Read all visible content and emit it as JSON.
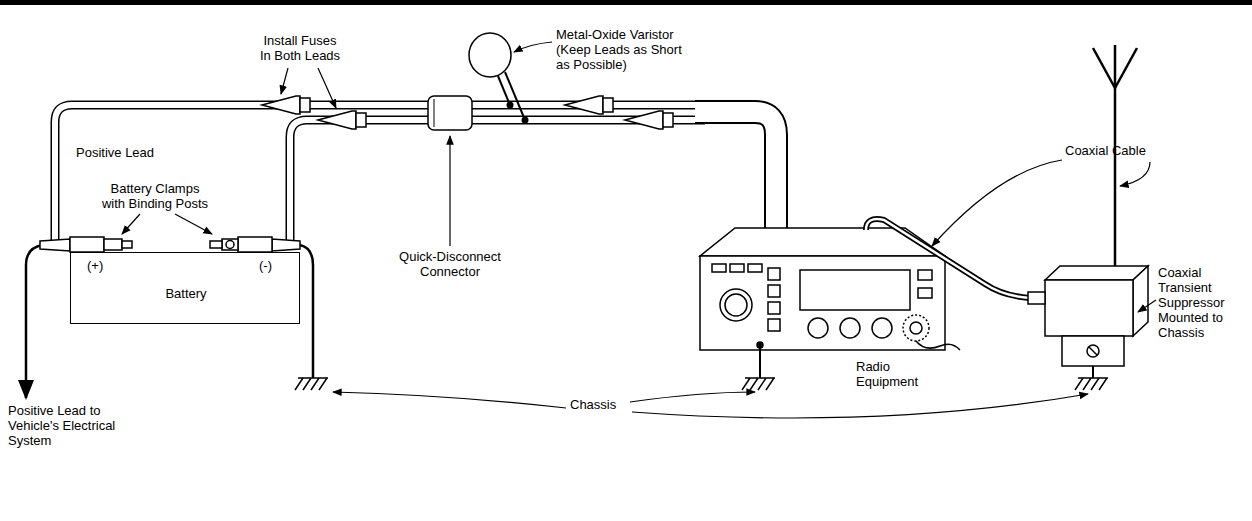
{
  "diagram": {
    "nodes": [
      {
        "text": [
          "(+)",
          "(-)",
          "Battery"
        ]
      }
    ],
    "labels": [
      "Install Fuses In Both Leads",
      "Metal-Oxide Varistor (Keep Leads as Short as Possible)",
      "Coaxial Cable",
      "Positive Lead",
      "Battery Clamps with Binding Posts",
      "Quick-Disconnect Connector",
      "Radio Equipment",
      "Coaxial Transient Suppressor Mounted to Chassis",
      "Positive Lead to Vehicle's Electrical System",
      "Chassis"
    ]
  }
}
